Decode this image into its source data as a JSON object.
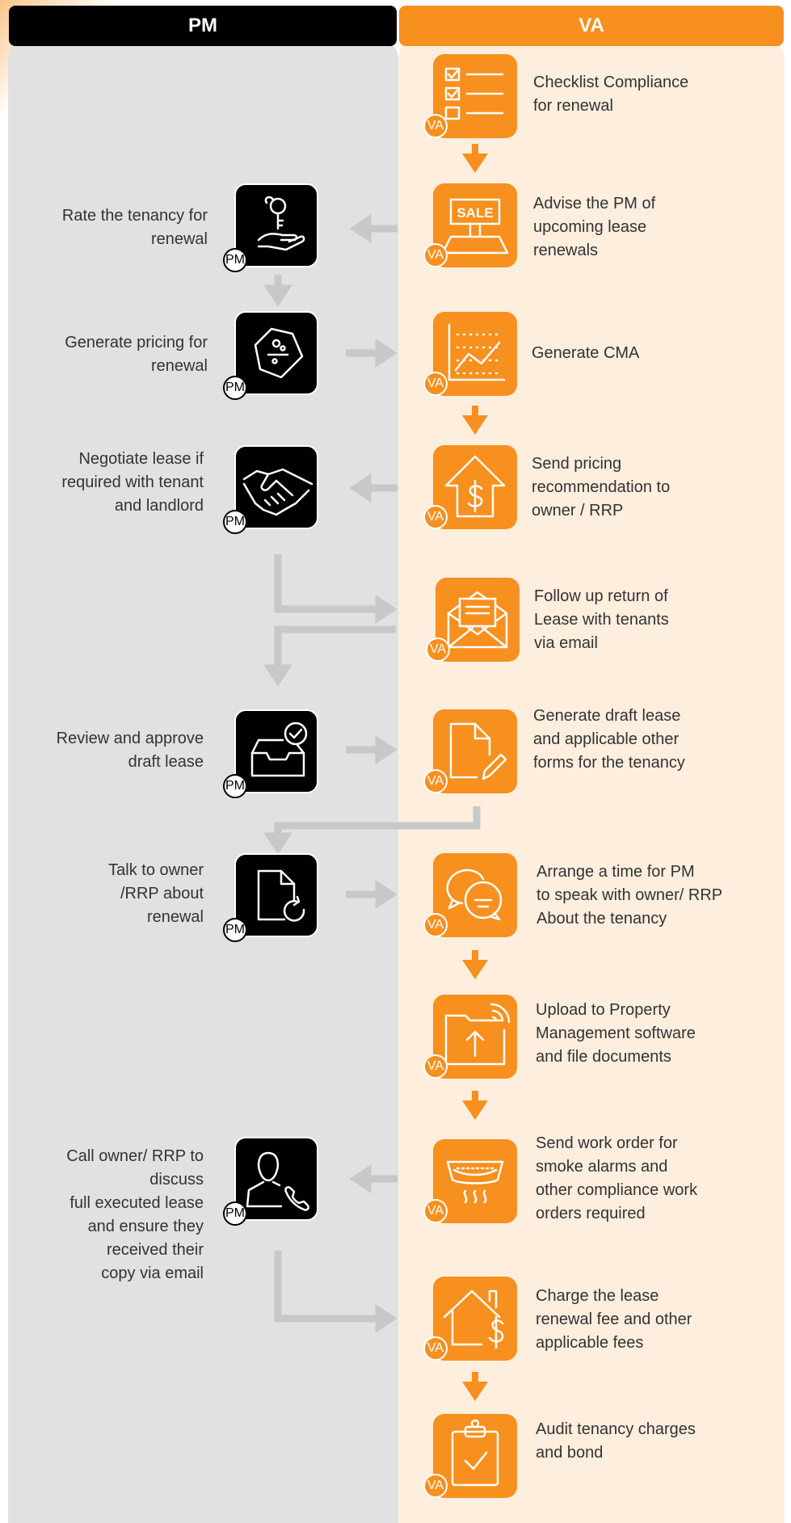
{
  "headers": {
    "pm": "PM",
    "va": "VA"
  },
  "badges": {
    "pm": "PM",
    "va": "VA"
  },
  "colors": {
    "orange": "#f7901e",
    "pm_box": "#000000",
    "pm_lane": "#e1e1e1",
    "va_lane": "#fdeede",
    "arrow_gray": "#c8c8c8"
  },
  "pm_steps": [
    {
      "icon": "hand-key-icon",
      "label": "Rate the tenancy for\nrenewal"
    },
    {
      "icon": "price-tag-icon",
      "label": "Generate pricing for\nrenewal"
    },
    {
      "icon": "handshake-icon",
      "label": "Negotiate lease if\nrequired with tenant\nand landlord"
    },
    {
      "icon": "inbox-check-icon",
      "label": "Review and approve\ndraft lease"
    },
    {
      "icon": "document-refresh-icon",
      "label": "Talk to owner\n/RRP about\nrenewal"
    },
    {
      "icon": "person-phone-icon",
      "label": "Call owner/ RRP to\ndiscuss\nfull executed lease\nand ensure they\nreceived their\ncopy via email"
    }
  ],
  "va_steps": [
    {
      "icon": "checklist-icon",
      "label": "Checklist Compliance\nfor renewal"
    },
    {
      "icon": "sale-sign-icon",
      "label": "Advise the PM of\nupcoming lease\nrenewals",
      "sign_text": "SALE"
    },
    {
      "icon": "chart-icon",
      "label": "Generate CMA"
    },
    {
      "icon": "house-dollar-arrow-icon",
      "label": "Send pricing\nrecommendation to\nowner / RRP"
    },
    {
      "icon": "envelope-icon",
      "label": "Follow up return of\nLease with tenants\nvia email"
    },
    {
      "icon": "document-pen-icon",
      "label": "Generate draft lease\nand applicable other\nforms for the tenancy"
    },
    {
      "icon": "chat-bubbles-icon",
      "label": "Arrange a time for PM\nto speak with owner/ RRP\nAbout the tenancy"
    },
    {
      "icon": "folder-upload-icon",
      "label": "Upload to Property\nManagement software\nand file documents"
    },
    {
      "icon": "smoke-alarm-icon",
      "label": "Send work order for\nsmoke alarms and\nother compliance work\norders required"
    },
    {
      "icon": "house-dollar-icon",
      "label": "Charge the lease\nrenewal fee and other\napplicable fees"
    },
    {
      "icon": "clipboard-check-icon",
      "label": "Audit tenancy charges\nand bond"
    }
  ]
}
